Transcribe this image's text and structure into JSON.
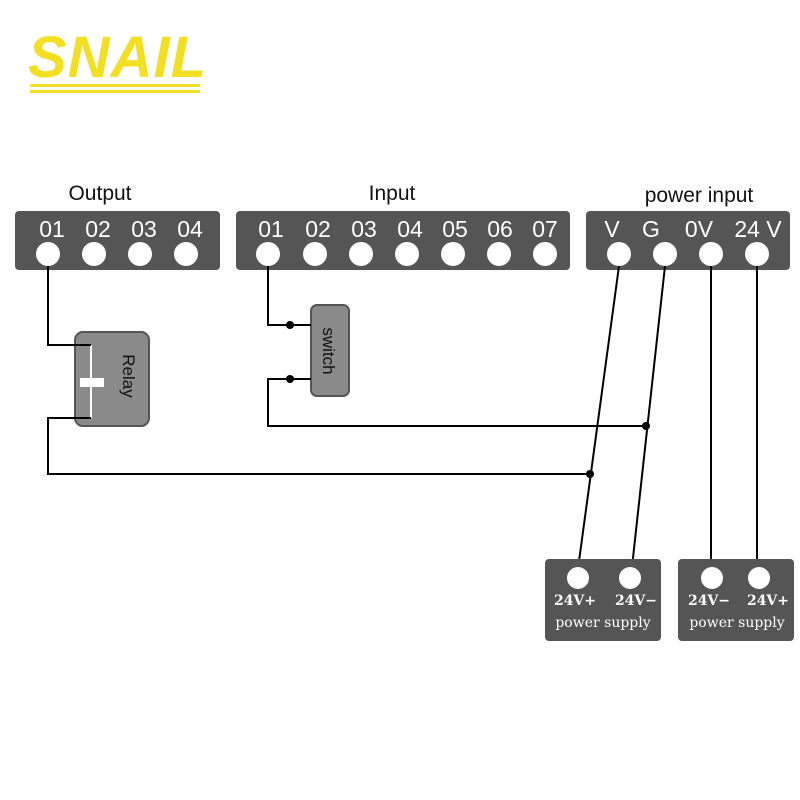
{
  "logo": {
    "text": "SNAIL",
    "color": "#f2df22"
  },
  "output": {
    "label": "Output",
    "terminals": [
      "01",
      "02",
      "03",
      "04"
    ]
  },
  "input": {
    "label": "Input",
    "terminals": [
      "01",
      "02",
      "03",
      "04",
      "05",
      "06",
      "07"
    ]
  },
  "power_input": {
    "label": "power input",
    "terminals": [
      "V",
      "G",
      "0V",
      "24 V"
    ]
  },
  "relay": {
    "label": "Relay"
  },
  "switch": {
    "label": "switch"
  },
  "supply_a": {
    "plus": "24V+",
    "minus": "24V−",
    "caption": "power supply"
  },
  "supply_b": {
    "minus": "24V−",
    "plus": "24V+",
    "caption": "power supply"
  }
}
